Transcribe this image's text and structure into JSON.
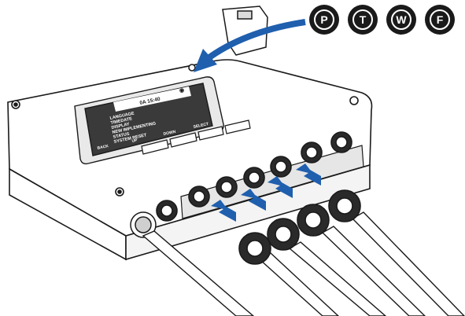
{
  "mode_badges": [
    {
      "letter": "P"
    },
    {
      "letter": "T"
    },
    {
      "letter": "W"
    },
    {
      "letter": "F"
    }
  ],
  "display": {
    "clock": "0A 15:40",
    "menu_items": [
      "LANGUAGE",
      "TIMEDATE",
      "DISPLAY",
      "NEW IMPLEMENTING",
      "STATUS",
      "SYSTEM RESET"
    ],
    "softkeys": [
      "BACK",
      "UP",
      "DOWN",
      "SELECT"
    ]
  },
  "colors": {
    "arrow": "#1f5fae",
    "badge": "#1a1a1a",
    "outline": "#1a1a1a",
    "housing": "#ffffff",
    "screen": "#3a3a3a"
  },
  "icons": [
    "mode-badge",
    "insert-arrow",
    "wifi-icon",
    "m12-connector",
    "cable-gland"
  ]
}
